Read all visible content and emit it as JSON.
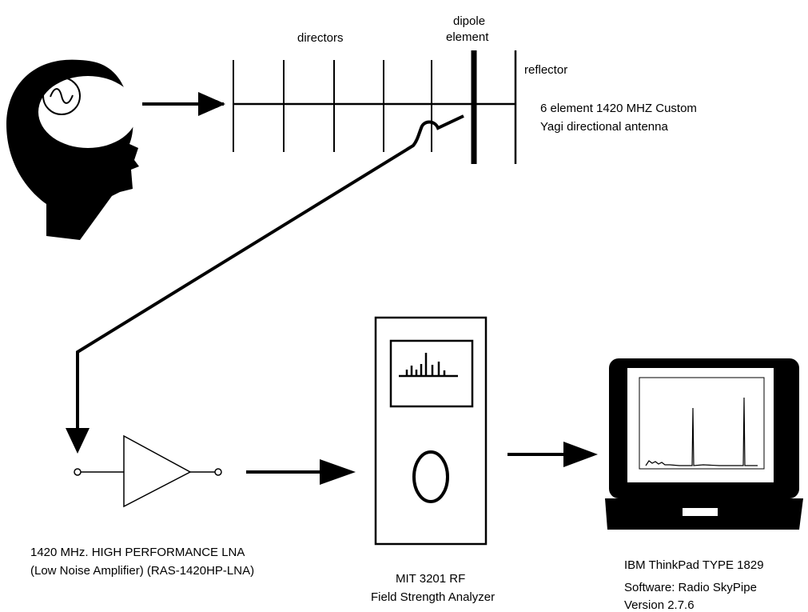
{
  "antenna": {
    "directors_label": "directors",
    "dipole_label_line1": "dipole",
    "dipole_label_line2": "element",
    "reflector_label": "reflector",
    "description_line1": "6 element 1420 MHZ Custom",
    "description_line2": "Yagi directional antenna"
  },
  "lna": {
    "label_line1": "1420 MHz. HIGH PERFORMANCE LNA",
    "label_line2": "(Low Noise Amplifier) (RAS-1420HP-LNA)"
  },
  "analyzer": {
    "label_line1": "MIT 3201 RF",
    "label_line2": "Field Strength Analyzer"
  },
  "laptop": {
    "label_line1": "IBM ThinkPad TYPE 1829",
    "label_line2": "Software: Radio SkyPipe",
    "label_line3": "Version 2.7.6"
  },
  "colors": {
    "ink": "#000000",
    "background": "#ffffff"
  }
}
